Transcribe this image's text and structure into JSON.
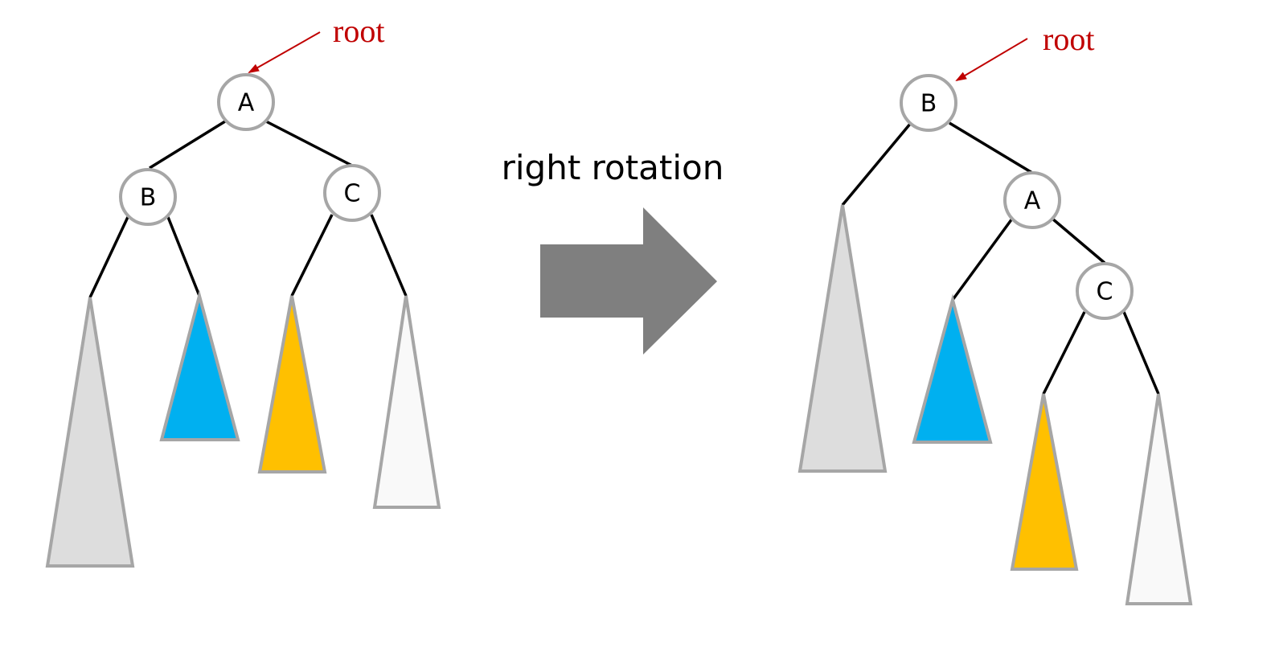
{
  "root_label": "root",
  "operation_label": "right rotation",
  "colors": {
    "node_border": "#a6a6a6",
    "edge": "#000000",
    "root_marker": "#c00000",
    "transition_arrow": "#7f7f7f",
    "subtree_gray": "#dddddd",
    "subtree_blue": "#00b0f0",
    "subtree_yellow": "#ffc000",
    "subtree_white": "#f9f9f9"
  },
  "before": {
    "nodes": [
      {
        "id": "A",
        "label": "A"
      },
      {
        "id": "B",
        "label": "B"
      },
      {
        "id": "C",
        "label": "C"
      }
    ],
    "root": "A",
    "subtrees": [
      "gray",
      "blue",
      "yellow",
      "white"
    ]
  },
  "after": {
    "nodes": [
      {
        "id": "B",
        "label": "B"
      },
      {
        "id": "A",
        "label": "A"
      },
      {
        "id": "C",
        "label": "C"
      }
    ],
    "root": "B",
    "subtrees": [
      "gray",
      "blue",
      "yellow",
      "white"
    ]
  }
}
